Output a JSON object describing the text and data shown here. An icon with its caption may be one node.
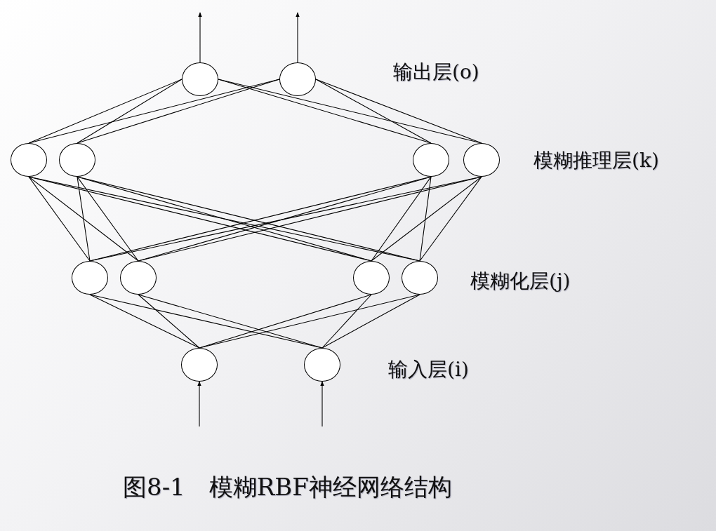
{
  "diagram": {
    "caption": "图8-1　模糊RBF神经网络结构",
    "nodes": [
      {
        "text": [],
        "shape": "circle"
      },
      {
        "text": [],
        "shape": "circle"
      },
      {
        "text": [],
        "shape": "circle"
      },
      {
        "text": [],
        "shape": "circle"
      },
      {
        "text": [],
        "shape": "circle"
      },
      {
        "text": [],
        "shape": "circle"
      },
      {
        "text": [],
        "shape": "circle"
      },
      {
        "text": [],
        "shape": "circle"
      },
      {
        "text": [],
        "shape": "circle"
      },
      {
        "text": [],
        "shape": "circle"
      },
      {
        "text": [],
        "shape": "circle"
      },
      {
        "text": [],
        "shape": "circle"
      }
    ],
    "edges": [
      {
        "from": 0,
        "to": null,
        "arrow": "to"
      },
      {
        "from": 1,
        "to": null,
        "arrow": "to"
      },
      {
        "from": 2,
        "to": 0,
        "arrow": "none"
      },
      {
        "from": 2,
        "to": 1,
        "arrow": "none"
      },
      {
        "from": 3,
        "to": 0,
        "arrow": "none"
      },
      {
        "from": 3,
        "to": 1,
        "arrow": "none"
      },
      {
        "from": 4,
        "to": 0,
        "arrow": "none"
      },
      {
        "from": 4,
        "to": 1,
        "arrow": "none"
      },
      {
        "from": 5,
        "to": 0,
        "arrow": "none"
      },
      {
        "from": 5,
        "to": 1,
        "arrow": "none"
      },
      {
        "from": 6,
        "to": 2,
        "arrow": "none"
      },
      {
        "from": 6,
        "to": 3,
        "arrow": "none"
      },
      {
        "from": 6,
        "to": 4,
        "arrow": "none"
      },
      {
        "from": 6,
        "to": 5,
        "arrow": "none"
      },
      {
        "from": 7,
        "to": 2,
        "arrow": "none"
      },
      {
        "from": 7,
        "to": 3,
        "arrow": "none"
      },
      {
        "from": 7,
        "to": 4,
        "arrow": "none"
      },
      {
        "from": 7,
        "to": 5,
        "arrow": "none"
      },
      {
        "from": 8,
        "to": 2,
        "arrow": "none"
      },
      {
        "from": 8,
        "to": 3,
        "arrow": "none"
      },
      {
        "from": 8,
        "to": 4,
        "arrow": "none"
      },
      {
        "from": 8,
        "to": 5,
        "arrow": "none"
      },
      {
        "from": 9,
        "to": 2,
        "arrow": "none"
      },
      {
        "from": 9,
        "to": 3,
        "arrow": "none"
      },
      {
        "from": 9,
        "to": 4,
        "arrow": "none"
      },
      {
        "from": 9,
        "to": 5,
        "arrow": "none"
      },
      {
        "from": 10,
        "to": 6,
        "arrow": "none"
      },
      {
        "from": 10,
        "to": 7,
        "arrow": "none"
      },
      {
        "from": 10,
        "to": 8,
        "arrow": "none"
      },
      {
        "from": 10,
        "to": 9,
        "arrow": "none"
      },
      {
        "from": 11,
        "to": 6,
        "arrow": "none"
      },
      {
        "from": 11,
        "to": 7,
        "arrow": "none"
      },
      {
        "from": 11,
        "to": 8,
        "arrow": "none"
      },
      {
        "from": 11,
        "to": 9,
        "arrow": "none"
      },
      {
        "from": null,
        "to": 10,
        "arrow": "to"
      },
      {
        "from": null,
        "to": 11,
        "arrow": "to"
      }
    ],
    "labels": [
      "输出层(o)",
      "模糊推理层(k)",
      "模糊化层(j)",
      "输入层(i)"
    ]
  }
}
